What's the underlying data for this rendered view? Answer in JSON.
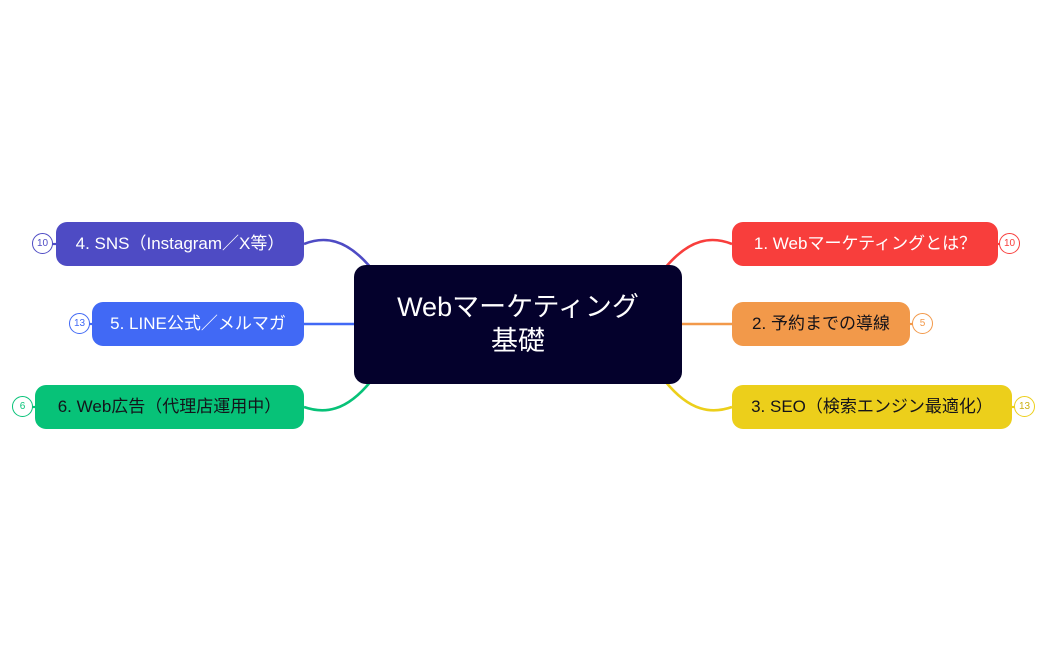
{
  "diagram": {
    "type": "mind-map",
    "background_color": "#ffffff",
    "central_node": {
      "name": "central-topic",
      "text_line_1": "Webマーケティング",
      "text_line_2": "基礎",
      "full_text": "Webマーケティング基礎",
      "fill_color": "#04012c",
      "text_color": "#ffffff"
    },
    "branches": [
      {
        "id": 1,
        "label": "1. Webマーケティングとは？",
        "badge": "10",
        "side": "right",
        "fill_color": "#f83e3c",
        "text_color": "#ffffff",
        "connector": "curve-up"
      },
      {
        "id": 2,
        "label": "2. 予約までの導線",
        "badge": "5",
        "side": "right",
        "fill_color": "#f2994a",
        "text_color": "#14131a",
        "connector": "straight"
      },
      {
        "id": 3,
        "label": "3. SEO（検索エンジン最適化）",
        "badge": "13",
        "side": "right",
        "fill_color": "#eccf1b",
        "text_color": "#14131a",
        "connector": "curve-down"
      },
      {
        "id": 4,
        "label": "4. SNS（Instagram／X等）",
        "badge": "10",
        "side": "left",
        "fill_color": "#4e4bc4",
        "text_color": "#ffffff",
        "connector": "curve-up"
      },
      {
        "id": 5,
        "label": "5. LINE公式／メルマガ",
        "badge": "13",
        "side": "left",
        "fill_color": "#4169f5",
        "text_color": "#ffffff",
        "connector": "straight"
      },
      {
        "id": 6,
        "label": "6. Web広告（代理店運用中）",
        "badge": "6",
        "side": "left",
        "fill_color": "#07c278",
        "text_color": "#14131a",
        "connector": "curve-down"
      }
    ]
  }
}
